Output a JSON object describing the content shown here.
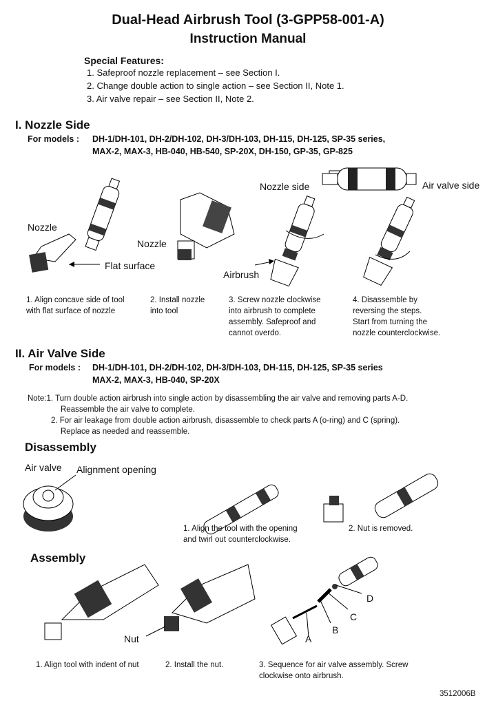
{
  "header": {
    "title_line1": "Dual-Head Airbrush Tool (3-GPP58-001-A)",
    "title_line2": "Instruction Manual"
  },
  "special_features": {
    "heading": "Special Features:",
    "items": [
      "1. Safeproof nozzle replacement – see Section I.",
      "2. Change double action to single action – see Section II, Note 1.",
      "3. Air valve repair – see Section II, Note 2."
    ]
  },
  "section1": {
    "title": "I. Nozzle Side",
    "models_label": "For models :",
    "models_line1": "DH-1/DH-101, DH-2/DH-102, DH-3/DH-103, DH-115, DH-125, SP-35 series,",
    "models_line2": "MAX-2, MAX-3, HB-040, HB-540, SP-20X, DH-150, GP-35, GP-825",
    "labels": {
      "nozzle_side": "Nozzle side",
      "air_valve_side": "Air valve side",
      "nozzle": "Nozzle",
      "nozzle2": "Nozzle",
      "flat_surface": "Flat surface",
      "airbrush": "Airbrush"
    },
    "steps": [
      "1. Align concave side of tool\n    with flat surface of nozzle",
      "2. Install nozzle\n    into tool",
      "3. Screw nozzle clockwise\n    into airbrush to complete\n    assembly. Safeproof and\n    cannot overdo.",
      "4. Disassemble by\n    reversing  the steps.\n    Start from turning the\n    nozzle counterclockwise."
    ]
  },
  "section2": {
    "title": "II. Air Valve Side",
    "models_label": "For models :",
    "models_line1": "DH-1/DH-101, DH-2/DH-102, DH-3/DH-103, DH-115, DH-125, SP-35 series",
    "models_line2": "MAX-2, MAX-3, HB-040, SP-20X",
    "notes": [
      "Note:1. Turn double action airbrush into single action by disassembling the air valve  and removing  parts A-D.",
      "Reassemble  the air valve  to complete.",
      "2. For air leakage from double action airbrush, disassemble to check parts A (o-ring) and C (spring).",
      "Replace as needed and reassemble."
    ],
    "disassembly": {
      "title": "Disassembly",
      "air_valve": "Air valve",
      "alignment_opening": "Alignment opening",
      "step1": "1.    Align the tool with the opening\n       and twirl out counterclockwise.",
      "step2": "2. Nut is removed."
    },
    "assembly": {
      "title": "Assembly",
      "nut": "Nut",
      "parts": [
        "A",
        "B",
        "C",
        "D"
      ],
      "step1": "1. Align tool with indent of nut",
      "step2": "2. Install the nut.",
      "step3": "3. Sequence for air valve  assembly. Screw\n    clockwise onto airbrush."
    }
  },
  "footer": {
    "code": "3512006B"
  }
}
